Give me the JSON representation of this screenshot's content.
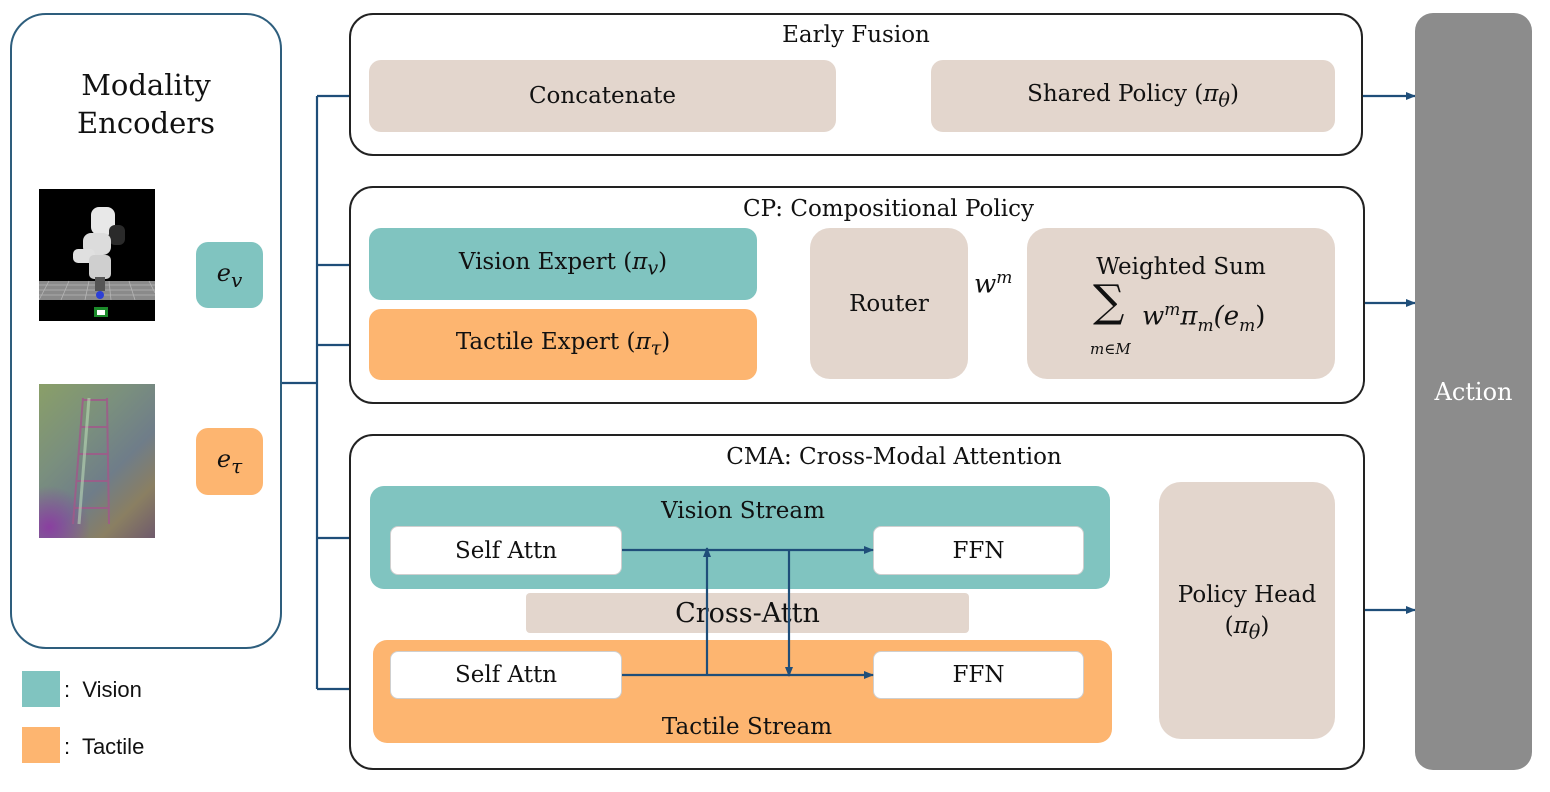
{
  "encoders": {
    "title_line1": "Modality",
    "title_line2": "Encoders",
    "ev_main": "e",
    "ev_sub": "v",
    "et_main": "e",
    "et_sub": "τ"
  },
  "legend": {
    "vision_label": ":  Vision",
    "tactile_label": ":  Tactile",
    "vision_color": "#80c4c0",
    "tactile_color": "#fdb570"
  },
  "early_fusion": {
    "title": "Early Fusion",
    "concat": "Concatenate",
    "shared_text": "Shared Policy (",
    "shared_sym": "π",
    "shared_sub": "θ",
    "shared_close": ")"
  },
  "cp": {
    "title": "CP: Compositional Policy",
    "vision_text": "Vision Expert (",
    "vision_sym": "π",
    "vision_sub": "v",
    "vision_close": ")",
    "tactile_text": "Tactile Expert (",
    "tactile_sym": "π",
    "tactile_sub": "τ",
    "tactile_close": ")",
    "router": "Router",
    "wm_base": "w",
    "wm_sup": "m",
    "wsum_title": "Weighted Sum",
    "sigma": "∑",
    "sigma_under": "m∈M",
    "wsum_expr_w": "w",
    "wsum_expr_sup": "m",
    "wsum_expr_pi": "π",
    "wsum_expr_sub": "m",
    "wsum_expr_arg": "(e",
    "wsum_expr_argsub": "m",
    "wsum_expr_close": ")"
  },
  "cma": {
    "title": "CMA: Cross-Modal Attention",
    "vision_stream": "Vision Stream",
    "tactile_stream": "Tactile Stream",
    "self_attn_v": "Self Attn",
    "ffn_v": "FFN",
    "self_attn_t": "Self Attn",
    "ffn_t": "FFN",
    "cross_attn": "Cross-Attn",
    "policy_head_line1": "Policy Head",
    "policy_head_sym": "π",
    "policy_head_sub": "θ"
  },
  "action": {
    "label": "Action"
  }
}
